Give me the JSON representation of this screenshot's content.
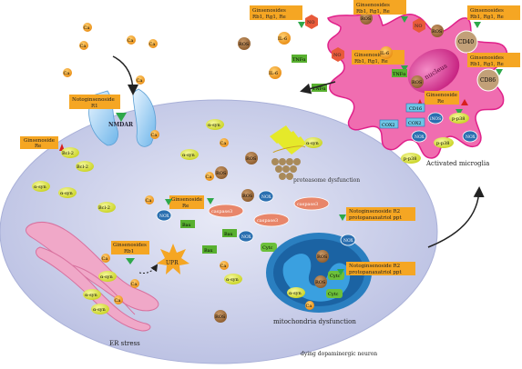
{
  "colors": {
    "neuron_fill": "#c9cde8",
    "microglia_fill": "#f06db0",
    "microglia_stroke": "#e0208a",
    "er_fill": "#f0a8c8",
    "mito_outer": "#2a7fc0",
    "mito_inner": "#1a5e9c",
    "drug_box": "#f5a623",
    "down_arrow": "#2ea84a",
    "up_arrow": "#d81e1e",
    "ca_fill": "#f0a020",
    "ros_fill": "#a8753e",
    "asyn_fill": "#dde63a",
    "green_box": "#58b030",
    "caspase_fill": "#e8866a"
  },
  "labels": {
    "neuron": "dying dopaminergic neuron",
    "microglia": "Activated microglia",
    "er_stress": "ER stress",
    "mito_dysfunction": "mitochondria dysfunction",
    "proteasome": "proteasome dysfunction",
    "nmdar": "NMDAR",
    "nucleus": "nucleus",
    "upr": "UPR"
  },
  "drugs": {
    "noto_r1": [
      "Notoginsenoside",
      "R1"
    ],
    "ginsenoside_re_top": [
      "Ginsenoside",
      "Re"
    ],
    "ginsenoside_re_mid": [
      "Ginsenoside",
      "Re"
    ],
    "ginsenosides_rb1_er": [
      "Ginsenosides",
      "Rb1"
    ],
    "noto_r2_1": [
      "Notoginsenoside R2",
      "protopanaxatriol ppt"
    ],
    "noto_r2_2": [
      "Notoginsenoside R2",
      "protopanaxatriol ppt"
    ],
    "mg_top_left": [
      "Ginsenosides",
      "Rb1, Rg1, Re"
    ],
    "mg_top_mid": [
      "Ginsenosides",
      "Rb1, Rg1, Re"
    ],
    "mg_top_right": [
      "Ginsenosides",
      "Rb1, Rg1, Re"
    ],
    "mg_mid_left": [
      "Ginsenosides",
      "Rb1, Rg1, Re"
    ],
    "mg_mid_right": [
      "Ginsenosides",
      "Rb1, Rg1, Re"
    ],
    "mg_re": [
      "Ginsenoside",
      "Re"
    ]
  },
  "molecules": {
    "ca": "Ca",
    "ros": "ROS",
    "asyn": "α-syn",
    "bcl2": "Bcl-2",
    "bax": "Bax",
    "cytc": "Cytc",
    "caspase3": "caspase3",
    "no": "NO",
    "il6": "IL-6",
    "tnfa": "TNFα",
    "cd40": "CD40",
    "cd86": "CD86",
    "cd16": "CD16",
    "cox2": "COX2",
    "inos": "iNOS",
    "pp38": "p-p38",
    "nox": "NOX"
  }
}
